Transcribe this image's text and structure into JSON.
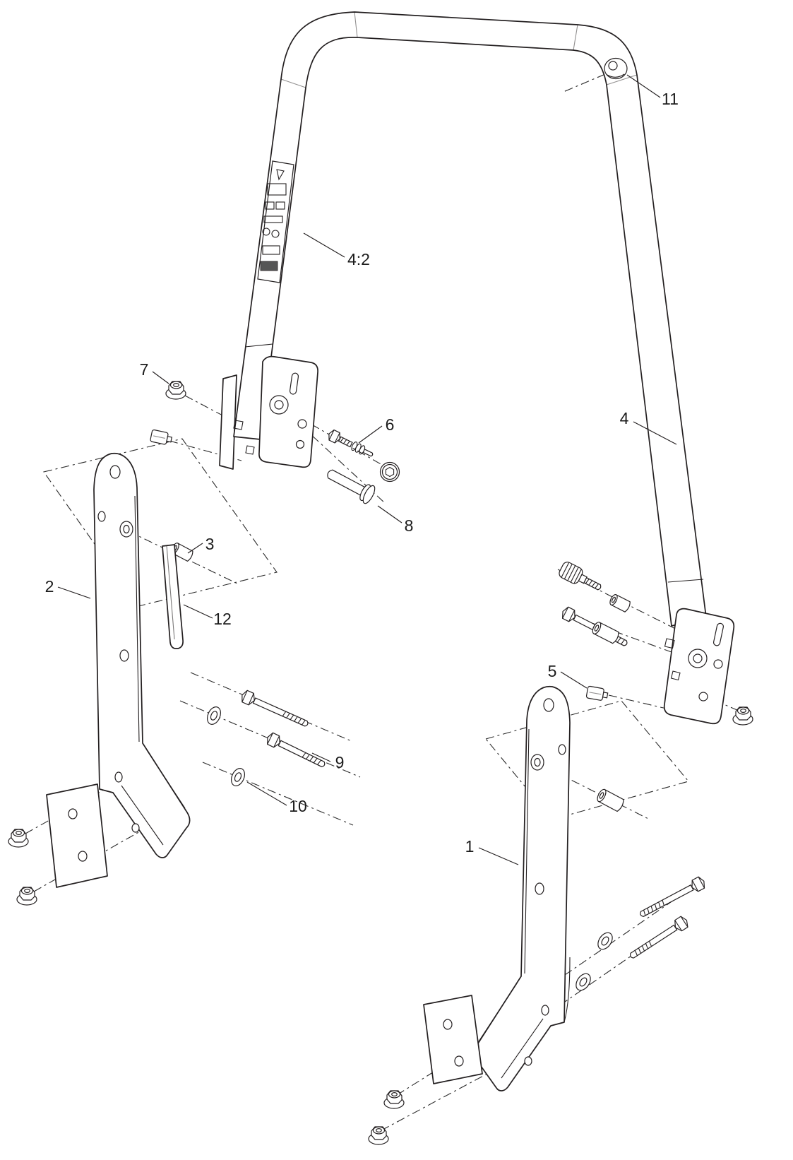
{
  "figure": {
    "kind": "exploded-parts-diagram",
    "description": "Roll bar assembly exploded view with numbered callouts",
    "background_color": "#ffffff",
    "line_color": "#231f20"
  },
  "callouts": {
    "c1": {
      "label": "1"
    },
    "c2": {
      "label": "2"
    },
    "c3": {
      "label": "3"
    },
    "c4": {
      "label": "4"
    },
    "c4_2": {
      "label": "4:2"
    },
    "c5": {
      "label": "5"
    },
    "c6": {
      "label": "6"
    },
    "c7": {
      "label": "7"
    },
    "c8": {
      "label": "8"
    },
    "c9": {
      "label": "9"
    },
    "c10": {
      "label": "10"
    },
    "c11": {
      "label": "11"
    },
    "c12": {
      "label": "12"
    }
  }
}
